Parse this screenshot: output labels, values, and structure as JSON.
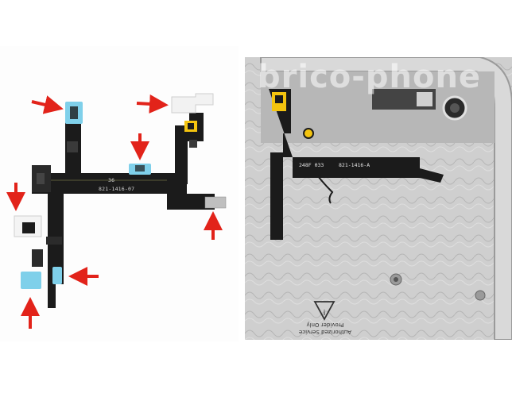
{
  "left_photo": {
    "flex_label_number": "36",
    "flex_label_part": "821-1416-07"
  },
  "right_photo": {
    "watermark": "brico-phone",
    "flex_label": "248F 033",
    "flex_part": "821-1416-A",
    "warning_line1": "Authorized Service",
    "warning_line2": "Provider Only"
  },
  "colors": {
    "arrow": "#e2231a",
    "flex_cable": "#1b1b1b",
    "blue_tape": "#7fd0ea",
    "yellow_tape": "#f4c40f",
    "aluminium": "#c9c9c9"
  },
  "icons": [
    "red-arrow-icon",
    "warning-triangle-icon"
  ]
}
